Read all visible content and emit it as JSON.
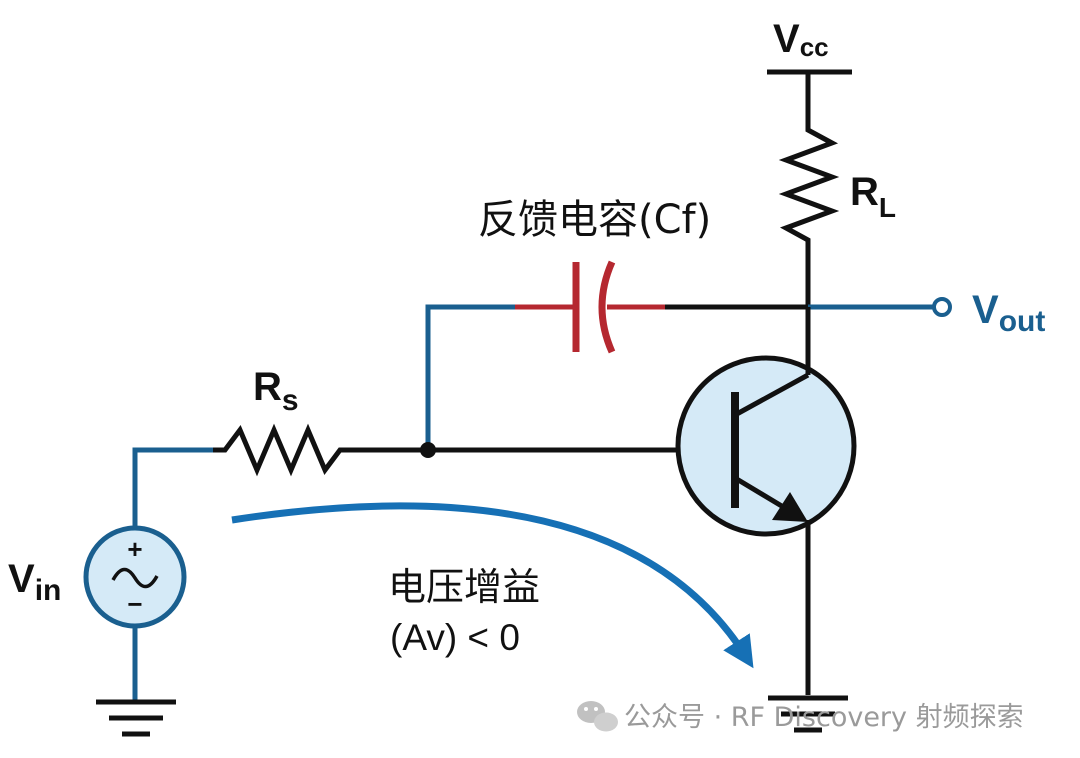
{
  "labels": {
    "vcc_main": "V",
    "vcc_sub": "cc",
    "rl_main": "R",
    "rl_sub": "L",
    "rs_main": "R",
    "rs_sub": "s",
    "vin_main": "V",
    "vin_sub": "in",
    "vout_main": "V",
    "vout_sub": "out",
    "feedback_cap": "反馈电容(Cf)",
    "gain_line1": "电压增益",
    "gain_line2": "(Av) < 0",
    "source_plus": "+",
    "source_minus": "−"
  },
  "watermark": {
    "text": "公众号 · RF Discovery 射频探索",
    "icon": "wechat-icon"
  },
  "colors": {
    "wire_black": "#111111",
    "wire_blue": "#1a5f8f",
    "capacitor_red": "#b52830",
    "transistor_fill": "#d5eaf7",
    "arrow_blue": "#1670b5",
    "source_fill": "#d5eaf7"
  }
}
